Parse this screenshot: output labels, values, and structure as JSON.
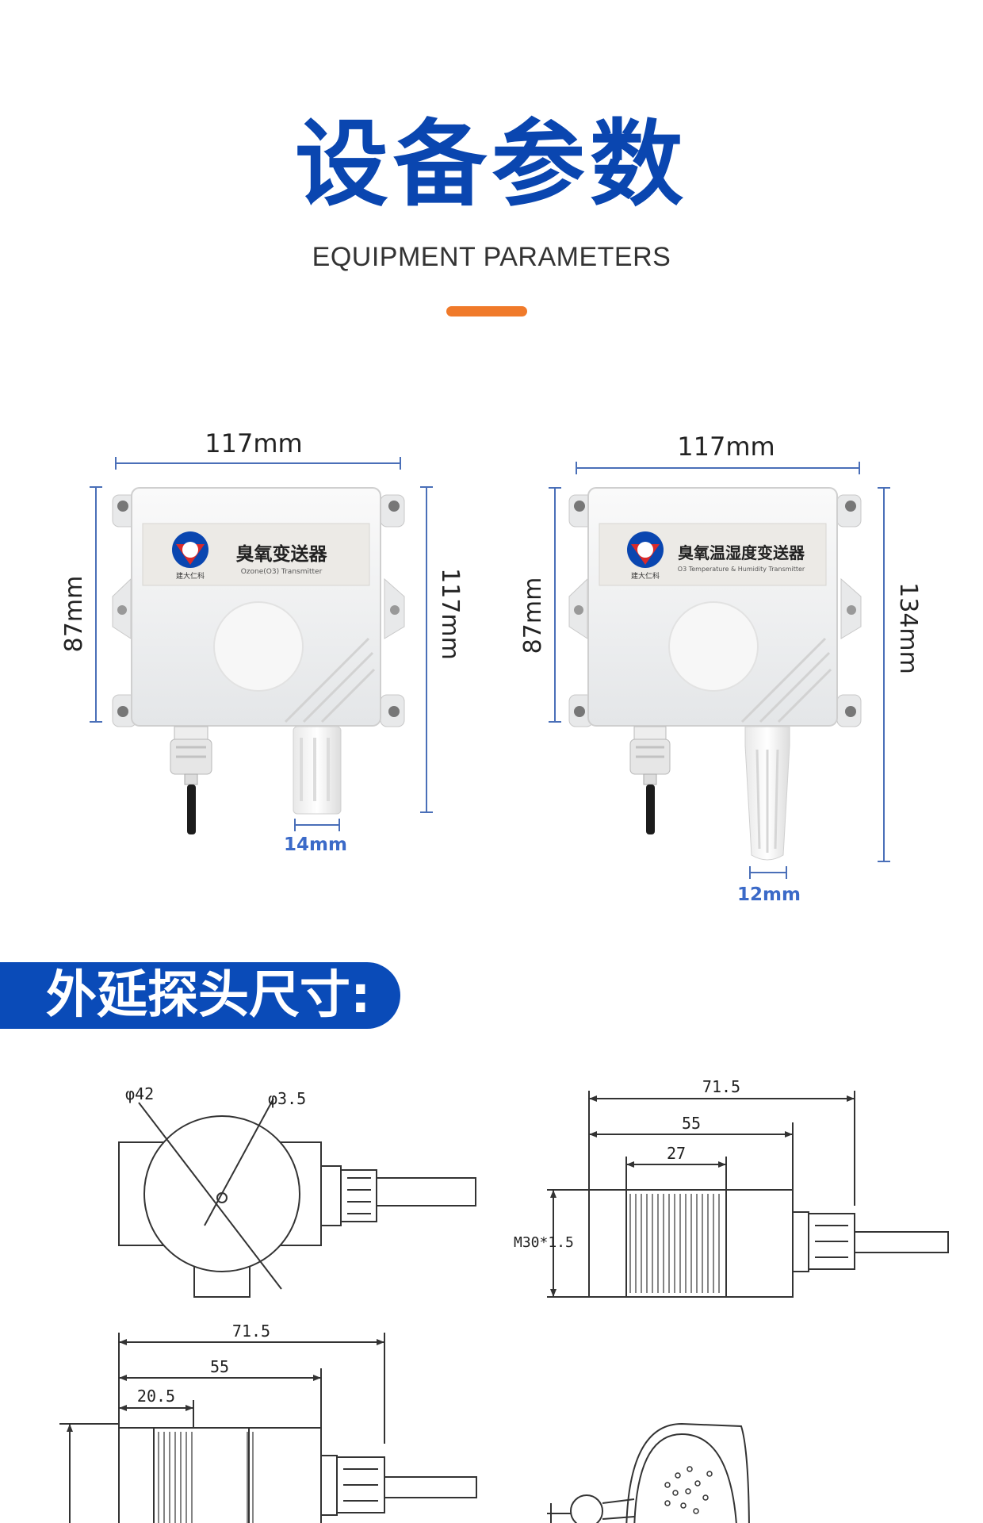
{
  "header": {
    "title_cn": "设备参数",
    "title_en": "EQUIPMENT PARAMETERS",
    "accent_color": "#f07a2a",
    "brand_color": "#0a46b0"
  },
  "devices": [
    {
      "width": "117mm",
      "body_height": "87mm",
      "total_height": "117mm",
      "probe_width": "14mm",
      "label_cn": "臭氧变送器",
      "label_en": "Ozone(O3) Transmitter",
      "brand": "建大仁科"
    },
    {
      "width": "117mm",
      "body_height": "87mm",
      "total_height": "134mm",
      "probe_width": "12mm",
      "label_cn": "臭氧温湿度变送器",
      "label_en": "O3 Temperature & Humidity Transmitter",
      "brand": "建大仁科"
    }
  ],
  "section": {
    "banner": "外延探头尺寸:"
  },
  "drawings": {
    "front": {
      "dia_outer": "φ42",
      "dia_hole": "φ3.5"
    },
    "side_top": {
      "d1": "71.5",
      "d2": "55",
      "d3": "27",
      "thread": "M30*1.5"
    },
    "side_bottom": {
      "d1": "71.5",
      "d2": "55",
      "d3": "20.5"
    }
  }
}
